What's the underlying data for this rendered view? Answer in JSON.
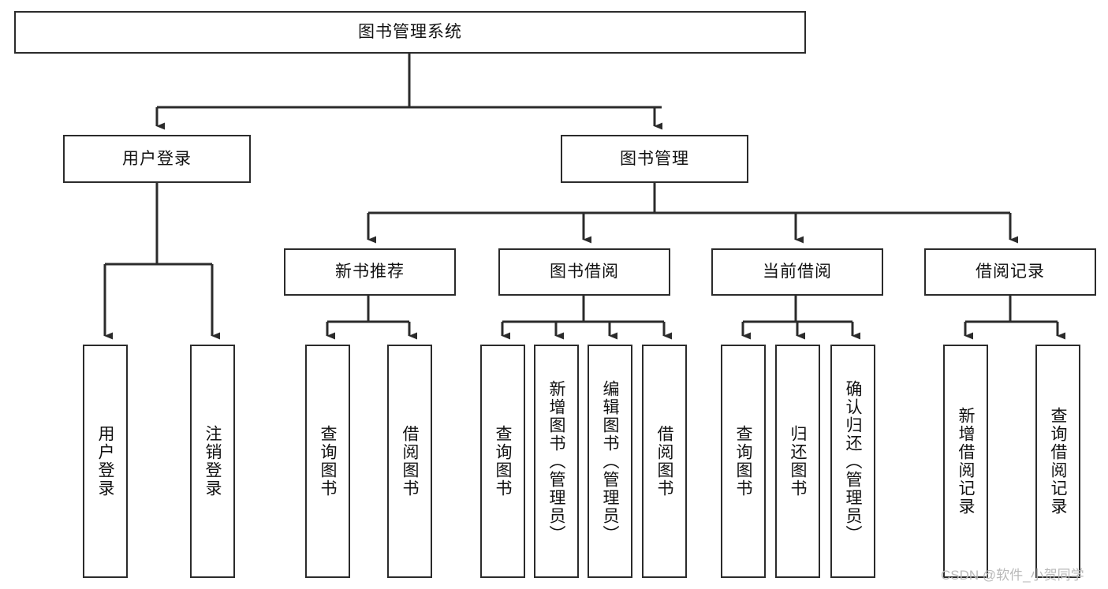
{
  "diagram": {
    "title": "图书管理系统",
    "type": "tree",
    "style": {
      "box_border": "#2b2b2b",
      "box_fill": "#ffffff",
      "line": "#2b2b2b",
      "text": "#111111",
      "background": "#ffffff",
      "watermark_color": "#b9b9b9"
    },
    "root": {
      "label": "图书管理系统"
    },
    "level2": [
      {
        "id": "user_login",
        "label": "用户登录"
      },
      {
        "id": "book_mgmt",
        "label": "图书管理"
      }
    ],
    "level3": [
      {
        "id": "new_book_rec",
        "label": "新书推荐",
        "parent": "book_mgmt"
      },
      {
        "id": "book_borrow",
        "label": "图书借阅",
        "parent": "book_mgmt"
      },
      {
        "id": "current_borrow",
        "label": "当前借阅",
        "parent": "book_mgmt"
      },
      {
        "id": "borrow_record",
        "label": "借阅记录",
        "parent": "book_mgmt"
      }
    ],
    "leaves": [
      {
        "id": "leaf_user_login",
        "label": "用户登录",
        "parent": "user_login"
      },
      {
        "id": "leaf_user_logout",
        "label": "注销登录",
        "parent": "user_login"
      },
      {
        "id": "leaf_rec_query",
        "label": "查询图书",
        "parent": "new_book_rec"
      },
      {
        "id": "leaf_rec_borrow",
        "label": "借阅图书",
        "parent": "new_book_rec"
      },
      {
        "id": "leaf_bb_query",
        "label": "查询图书",
        "parent": "book_borrow"
      },
      {
        "id": "leaf_bb_add",
        "label": "新增图书（管理员）",
        "parent": "book_borrow"
      },
      {
        "id": "leaf_bb_edit",
        "label": "编辑图书（管理员）",
        "parent": "book_borrow"
      },
      {
        "id": "leaf_bb_borrow",
        "label": "借阅图书",
        "parent": "book_borrow"
      },
      {
        "id": "leaf_cb_query",
        "label": "查询图书",
        "parent": "current_borrow"
      },
      {
        "id": "leaf_cb_return",
        "label": "归还图书",
        "parent": "current_borrow"
      },
      {
        "id": "leaf_cb_confirm",
        "label": "确认归还（管理员）",
        "parent": "current_borrow"
      },
      {
        "id": "leaf_br_add",
        "label": "新增借阅记录",
        "parent": "borrow_record"
      },
      {
        "id": "leaf_br_query",
        "label": "查询借阅记录",
        "parent": "borrow_record"
      }
    ],
    "watermark": "CSDN @软件_小贺同学"
  }
}
